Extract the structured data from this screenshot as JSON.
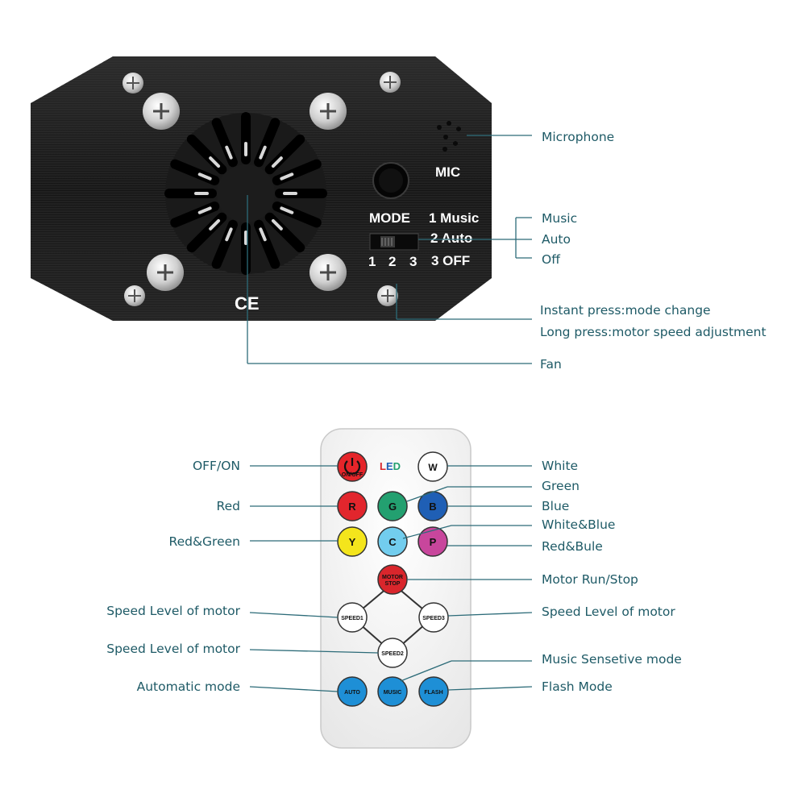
{
  "device": {
    "mic_label": "MIC",
    "mode_label": "MODE",
    "mode_options": [
      "1 Music",
      "2 Auto",
      "3 OFF"
    ],
    "switch_numbers": [
      "1",
      "2",
      "3"
    ],
    "ce_mark": "CE"
  },
  "device_callouts": {
    "microphone": "Microphone",
    "music": "Music",
    "auto": "Auto",
    "off": "Off",
    "instant_press": "Instant press:mode change",
    "long_press": "Long press:motor speed adjustment",
    "fan": "Fan"
  },
  "remote": {
    "led_label": {
      "L": "L",
      "E": "E",
      "D": "D"
    },
    "power_sub": "ON/OFF",
    "buttons": {
      "w": "W",
      "r": "R",
      "g": "G",
      "b": "B",
      "y": "Y",
      "c": "C",
      "p": "P",
      "motor_stop_1": "MOTOR",
      "motor_stop_2": "STOP",
      "speed1": "SPEED1",
      "speed2": "SPEED2",
      "speed3": "SPEED3",
      "auto": "AUTO",
      "music": "MUSIC",
      "flash": "FLASH"
    },
    "colors": {
      "power": "#e5252a",
      "red": "#e2262d",
      "green": "#23a070",
      "blue": "#1f5fb5",
      "yellow": "#f4e51c",
      "cyan": "#72cdee",
      "magenta": "#c8469c",
      "motor": "#d9262c",
      "blue_round": "#1e8fd6",
      "white": "#ffffff"
    }
  },
  "remote_callouts": {
    "off_on": "OFF/ON",
    "red": "Red",
    "red_green": "Red&Green",
    "speed_level_1": "Speed Level of motor",
    "speed_level_2": "Speed Level of motor",
    "automatic_mode": "Automatic mode",
    "white": "White",
    "green": "Green",
    "blue": "Blue",
    "white_blue": "White&Blue",
    "red_blue": "Red&Bule",
    "motor_run_stop": "Motor Run/Stop",
    "speed_level_3": "Speed Level of motor",
    "music_mode": "Music Sensetive mode",
    "flash_mode": "Flash Mode"
  }
}
